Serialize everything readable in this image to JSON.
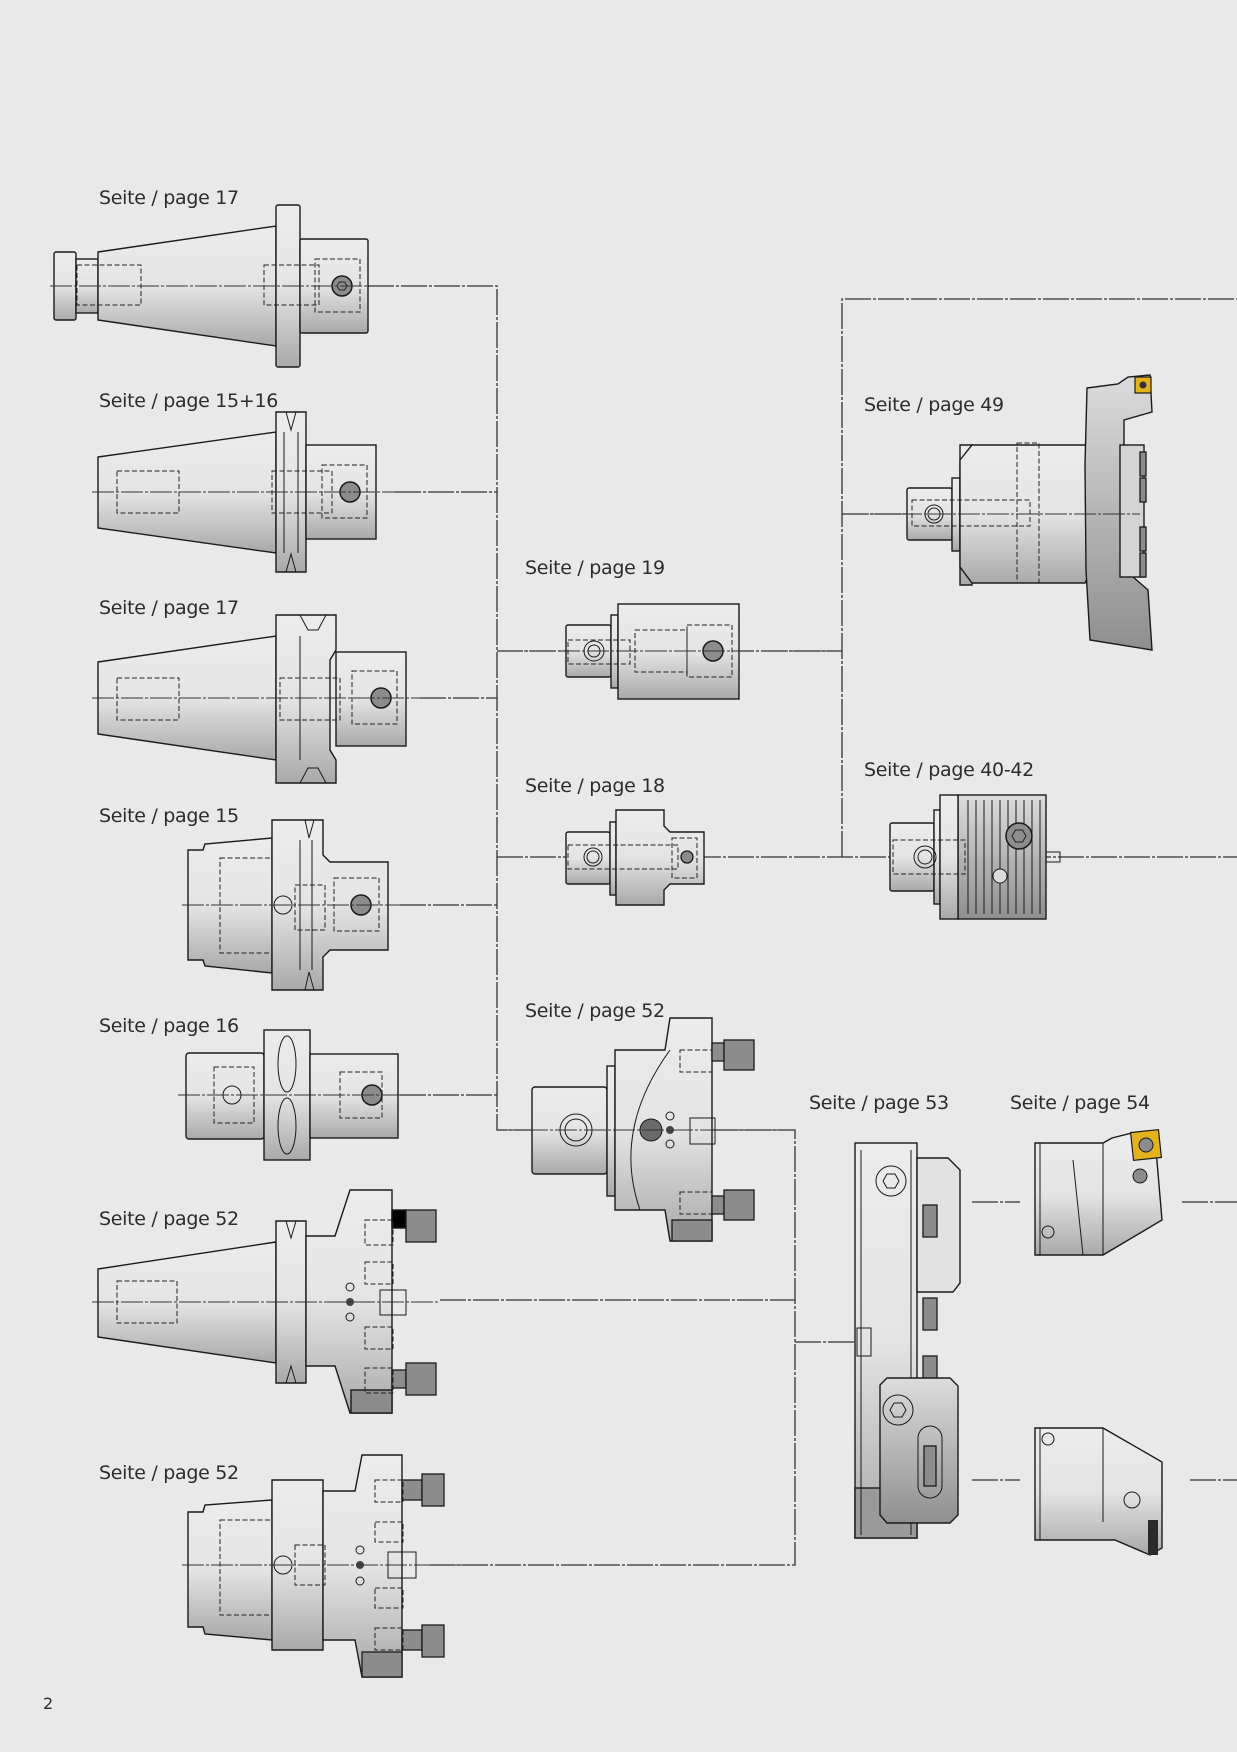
{
  "page": {
    "page_number": "2",
    "background_color": "#e9e9e9",
    "insert_color": "#e3b21e"
  },
  "products": [
    {
      "id": "sk-shell-mill-adapter",
      "label": "Seite / page 17",
      "group": "left"
    },
    {
      "id": "hsk-steep-taper-groove",
      "label": "Seite / page 15+16",
      "group": "left"
    },
    {
      "id": "sk-adapter-groove",
      "label": "Seite / page 17",
      "group": "left"
    },
    {
      "id": "hsk-adapter",
      "label": "Seite / page 15",
      "group": "left"
    },
    {
      "id": "psc-adapter",
      "label": "Seite / page 16",
      "group": "left"
    },
    {
      "id": "steep-taper-flange-adapter",
      "label": "Seite / page 52",
      "group": "left"
    },
    {
      "id": "hsk-flange-adapter",
      "label": "Seite / page 52",
      "group": "left"
    },
    {
      "id": "extension-adapter",
      "label": "Seite / page 19",
      "group": "middle"
    },
    {
      "id": "reduction-adapter",
      "label": "Seite / page 18",
      "group": "middle"
    },
    {
      "id": "flange-adapter-middle",
      "label": "Seite / page 52",
      "group": "middle"
    },
    {
      "id": "boring-head-insert",
      "label": "Seite / page 49",
      "group": "right"
    },
    {
      "id": "fine-boring-head",
      "label": "Seite / page 40-42",
      "group": "right"
    },
    {
      "id": "cartridge-holder",
      "label": "Seite / page 53",
      "group": "right"
    },
    {
      "id": "cartridge-insert",
      "label": "Seite / page 54",
      "group": "right"
    }
  ]
}
